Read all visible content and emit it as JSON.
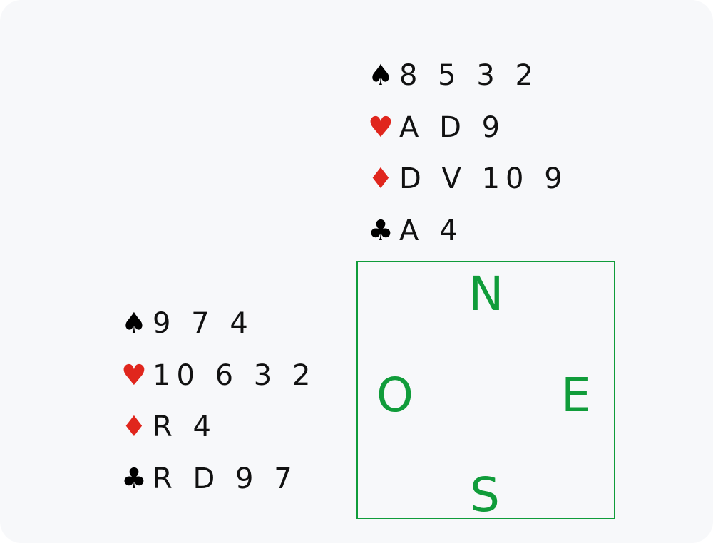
{
  "north": {
    "spades": "8 5 3 2",
    "hearts": "A D 9",
    "diamonds": "D V 10 9",
    "clubs": "A 4"
  },
  "west": {
    "spades": "9 7 4",
    "hearts": "10 6 3 2",
    "diamonds": "R 4",
    "clubs": "R D 9 7"
  },
  "compass": {
    "north": "N",
    "west": "O",
    "east": "E",
    "south": "S"
  },
  "symbols": {
    "spade": "♠",
    "heart": "♥",
    "diamond": "♦",
    "club": "♣"
  },
  "colors": {
    "red_suit": "#e0261d",
    "black_suit": "#000000",
    "compass": "#109c3a",
    "background": "#f7f8fa"
  }
}
